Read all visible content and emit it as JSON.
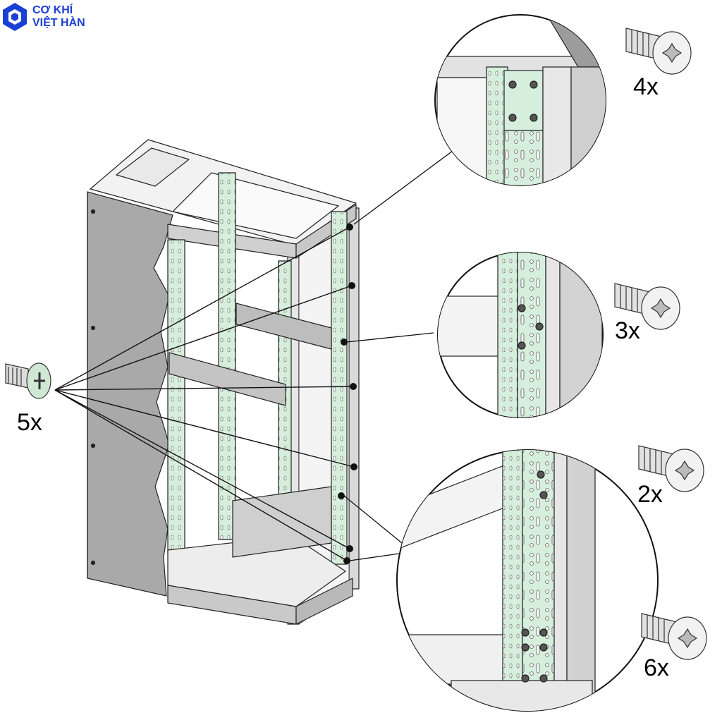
{
  "logo": {
    "line1": "CƠ KHÍ",
    "line2": "VIỆT HÀN",
    "brand_color": "#1a3fd6"
  },
  "callouts": [
    {
      "label": "5x",
      "screw": "flat-head-screw"
    },
    {
      "label": "4x",
      "screw": "torx-button-screw"
    },
    {
      "label": "3x",
      "screw": "torx-button-screw"
    },
    {
      "label": "2x",
      "screw": "torx-button-screw"
    },
    {
      "label": "6x",
      "screw": "torx-button-screw"
    }
  ],
  "colors": {
    "rail_green": "#d6efdc",
    "panel_gray": "#a9a9a9",
    "line": "#222222"
  }
}
